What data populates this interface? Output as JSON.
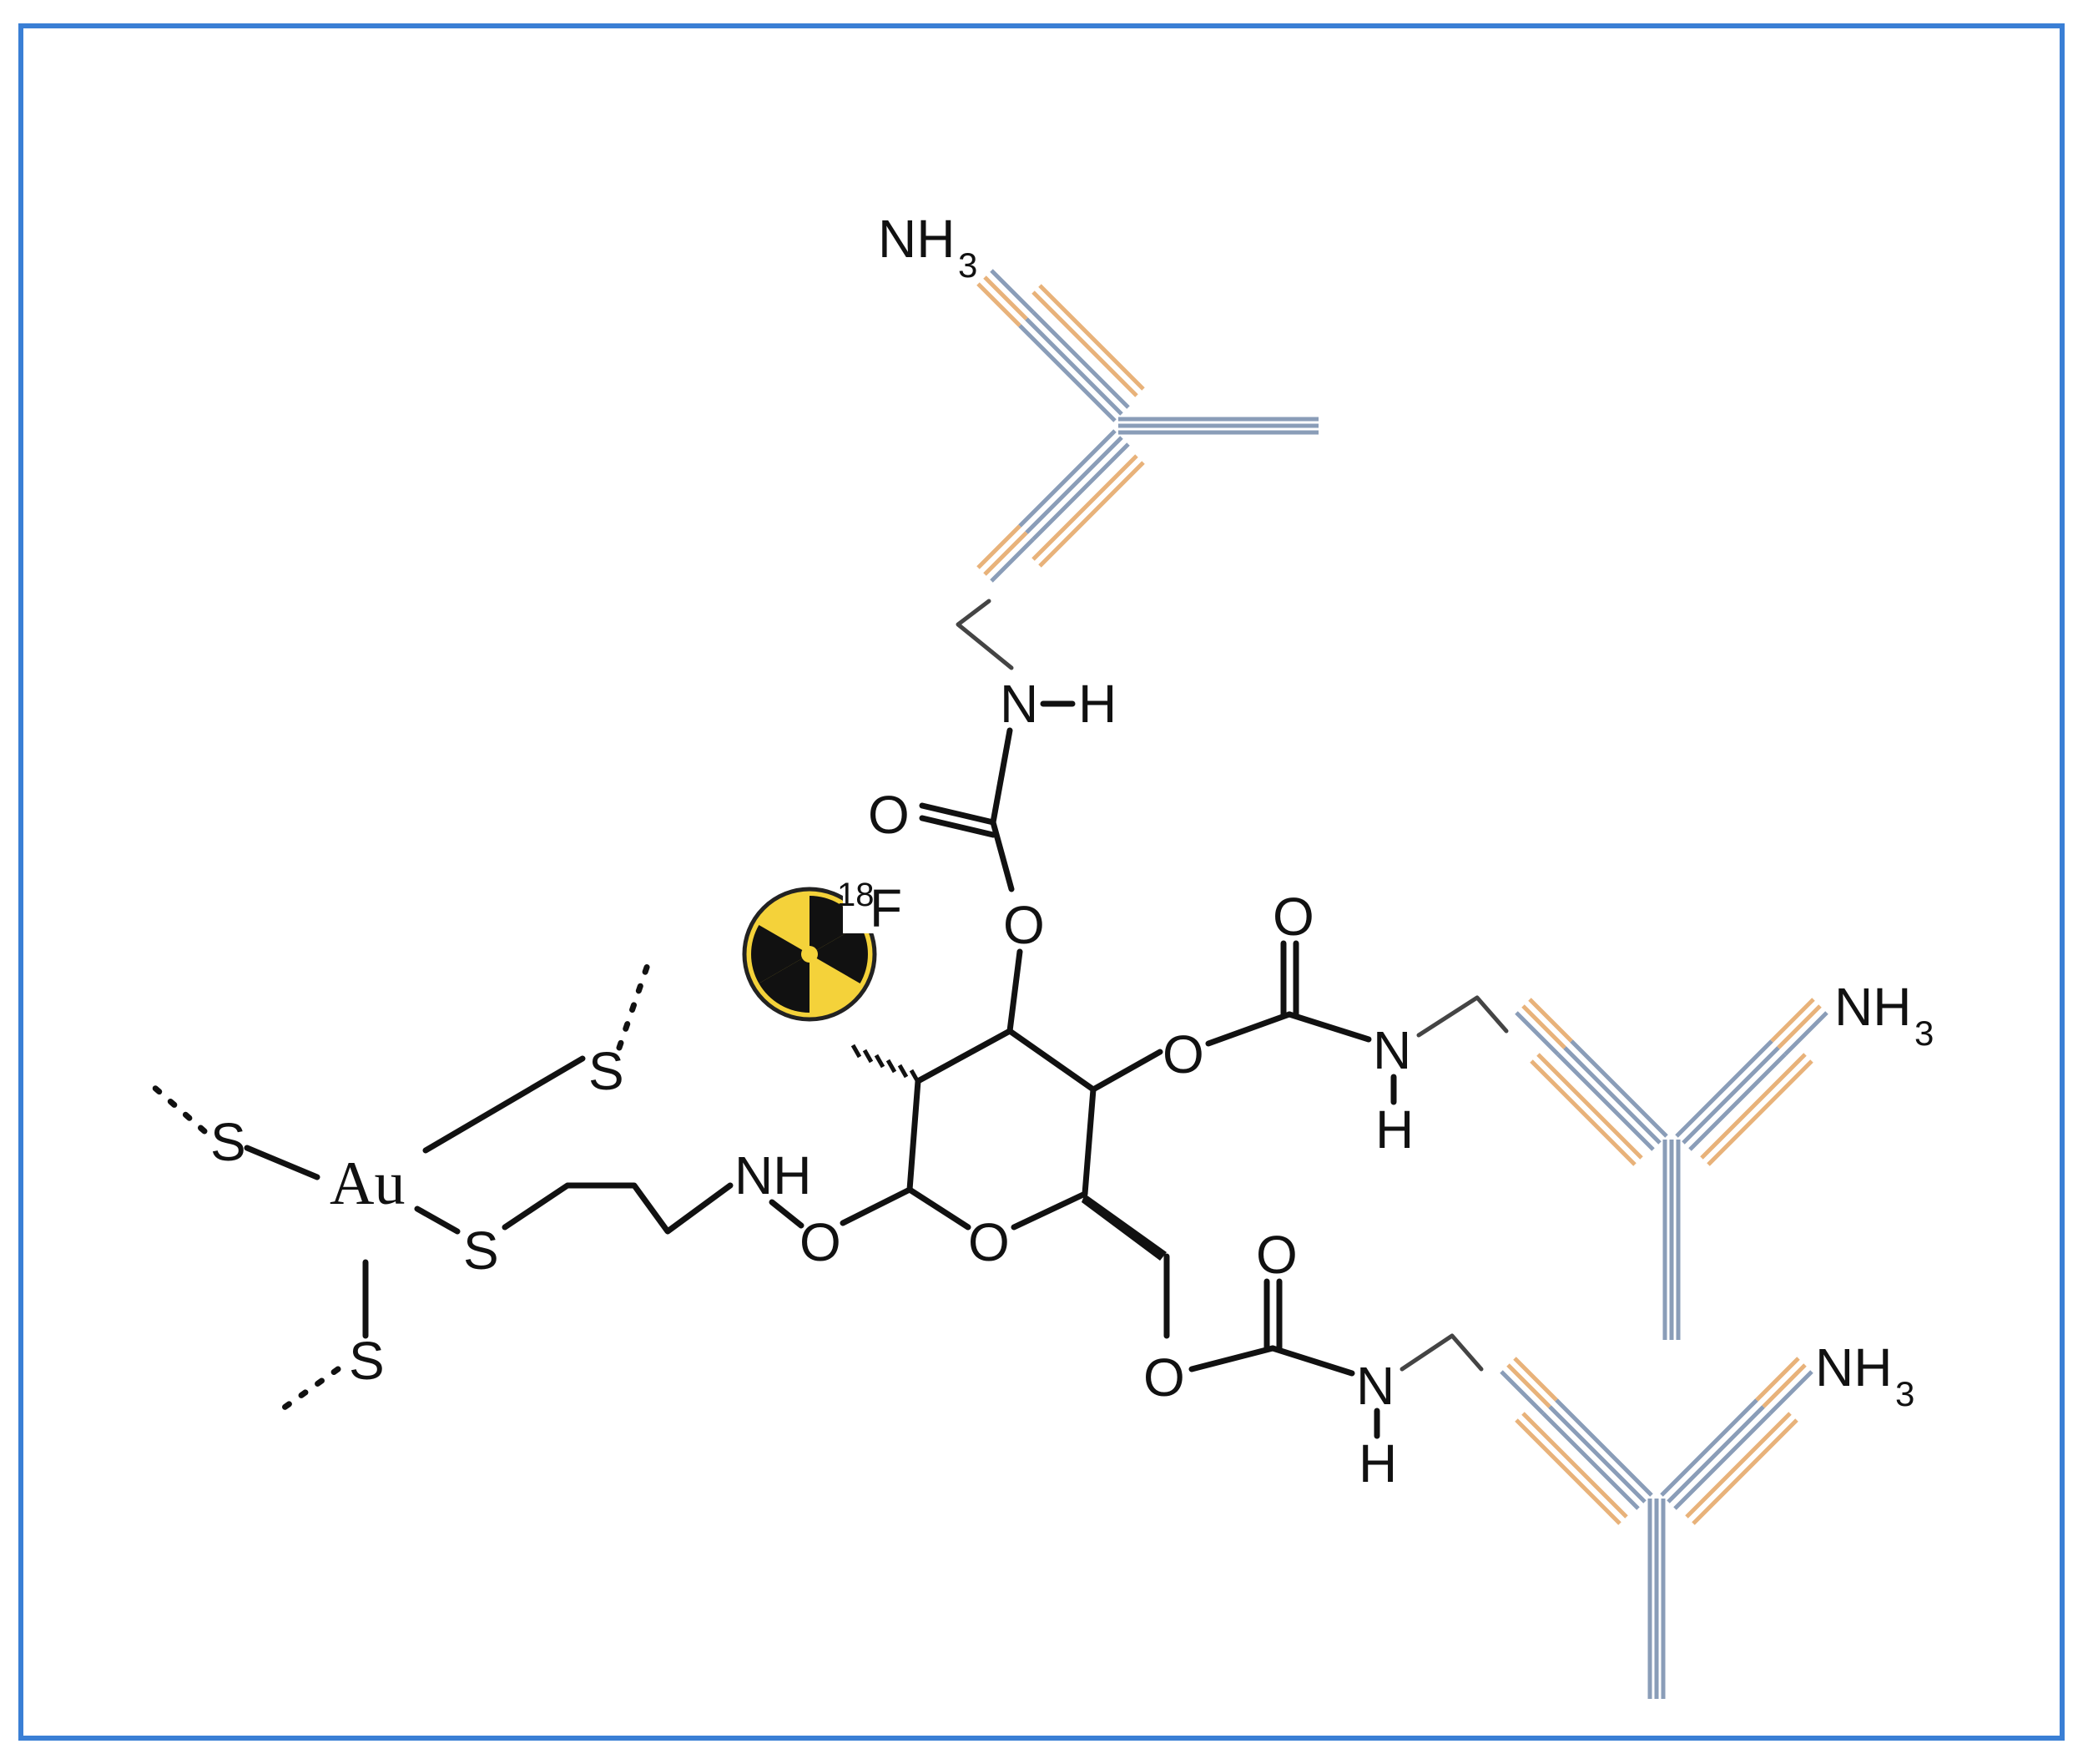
{
  "labels": {
    "metal": "Au",
    "sulfur": "S",
    "oxygen": "O",
    "nitrogen": "N",
    "hydrogen": "H",
    "nh": "NH",
    "amine_main": "NH",
    "amine_sub": "3",
    "isotope_mass": "18",
    "isotope_element": "F"
  },
  "colors": {
    "frame": "#3a7fd5",
    "antibody_heavy": "#8a9db8",
    "antibody_light_tip": "#e8b27a",
    "radiation_yellow": "#f4d23a"
  },
  "icons": [
    "radiation-icon",
    "antibody-icon"
  ]
}
